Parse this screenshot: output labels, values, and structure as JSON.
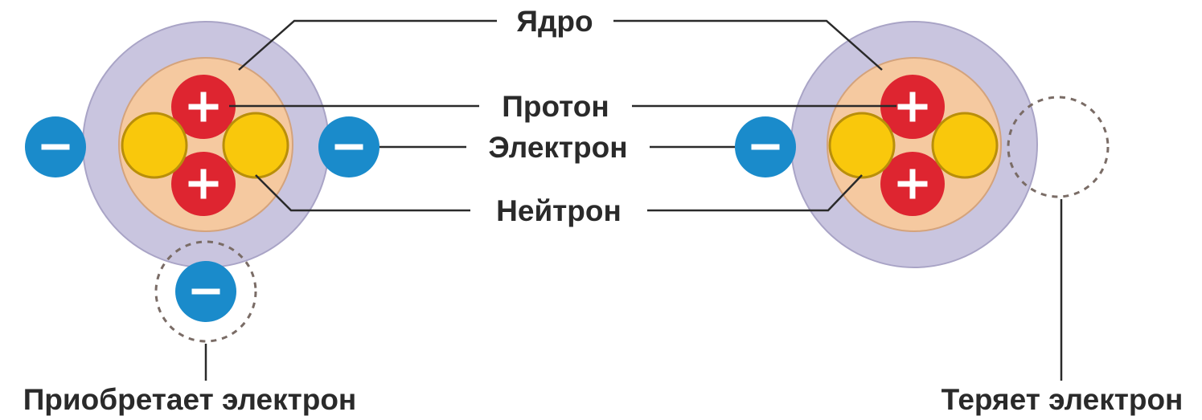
{
  "labels": {
    "nucleus": "Ядро",
    "proton": "Протон",
    "electron": "Электрон",
    "neutron": "Нейтрон",
    "gains_electron": "Приобретает электрон",
    "loses_electron": "Теряет электрон"
  },
  "symbols": {
    "proton_sign": "+",
    "electron_sign": "−"
  },
  "colors": {
    "electron_cloud": "#c9c5df",
    "electron_cloud_outline": "#a9a4c6",
    "nucleus": "#f5c9a0",
    "nucleus_outline": "#d4a37c",
    "proton": "#de2530",
    "neutron": "#f9c80c",
    "neutron_outline": "#b98f0a",
    "electron": "#1a8bcb",
    "dashed_orbit": "#7a6c66",
    "text": "#2a2a2a"
  },
  "atoms": [
    {
      "name": "left-atom",
      "protons": 2,
      "neutrons": 2,
      "electrons": 3,
      "state": "gains_electron"
    },
    {
      "name": "right-atom",
      "protons": 2,
      "neutrons": 2,
      "electrons": 1,
      "state": "loses_electron"
    }
  ]
}
